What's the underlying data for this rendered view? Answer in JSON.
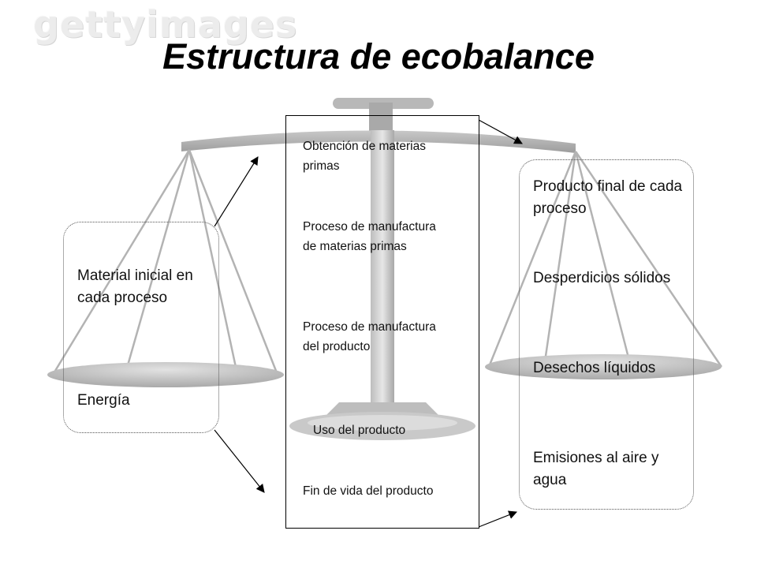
{
  "watermark": "gettyimages",
  "title": "Estructura de ecobalance",
  "inputs": [
    "Material inicial en cada proceso",
    "Energía"
  ],
  "stages": [
    "Obtención de materias primas",
    "Proceso de manufactura de materias primas",
    "Proceso de manufactura del producto",
    "Uso del producto",
    "Fin de vida del producto"
  ],
  "outputs": [
    "Producto final de cada proceso",
    "Desperdicios sólidos",
    "Desechos líquidos",
    "Emisiones al aire y agua"
  ]
}
